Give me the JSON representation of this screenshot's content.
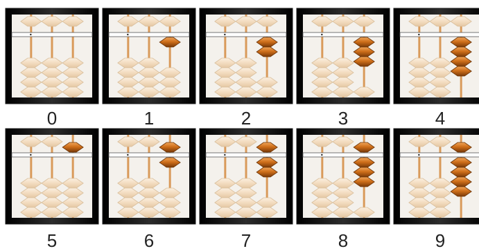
{
  "colors": {
    "frame": "#1a1a1a",
    "board": "#f4f1ec",
    "bead_idle": "#f3dcc0",
    "bead_active": "#cf6f1a",
    "rod": "#d99a5a",
    "bar": "#ffffff",
    "bar_line": "#555555"
  },
  "abacus": {
    "rods_per_panel": 3,
    "active_rod": "right",
    "heaven_beads_per_rod": 1,
    "earth_beads_per_rod": 4
  },
  "panels": [
    {
      "digit_label": "0",
      "value": 0
    },
    {
      "digit_label": "1",
      "value": 1
    },
    {
      "digit_label": "2",
      "value": 2
    },
    {
      "digit_label": "3",
      "value": 3
    },
    {
      "digit_label": "4",
      "value": 4
    },
    {
      "digit_label": "5",
      "value": 5
    },
    {
      "digit_label": "6",
      "value": 6
    },
    {
      "digit_label": "7",
      "value": 7
    },
    {
      "digit_label": "8",
      "value": 8
    },
    {
      "digit_label": "9",
      "value": 9
    }
  ]
}
